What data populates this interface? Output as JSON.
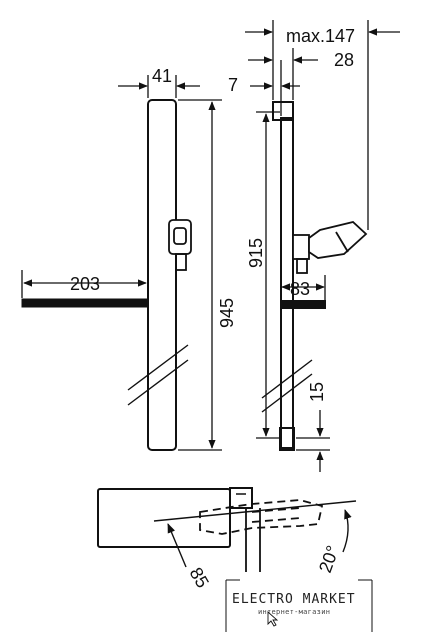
{
  "dimensions": {
    "bar_width": "41",
    "bar_height": "945",
    "shelf_length": "203",
    "max_projection": "max.147",
    "rail_offset": "7",
    "rail_depth": "28",
    "holder_spacing": "915",
    "shelf_depth": "83",
    "bottom_offset": "15",
    "rotation_radius": "85",
    "rotation_angle": "20°"
  },
  "watermark": {
    "brand": "ELECTRO MARKET",
    "tagline": "интернет-магазин"
  },
  "colors": {
    "line": "#111111",
    "background": "#ffffff"
  }
}
